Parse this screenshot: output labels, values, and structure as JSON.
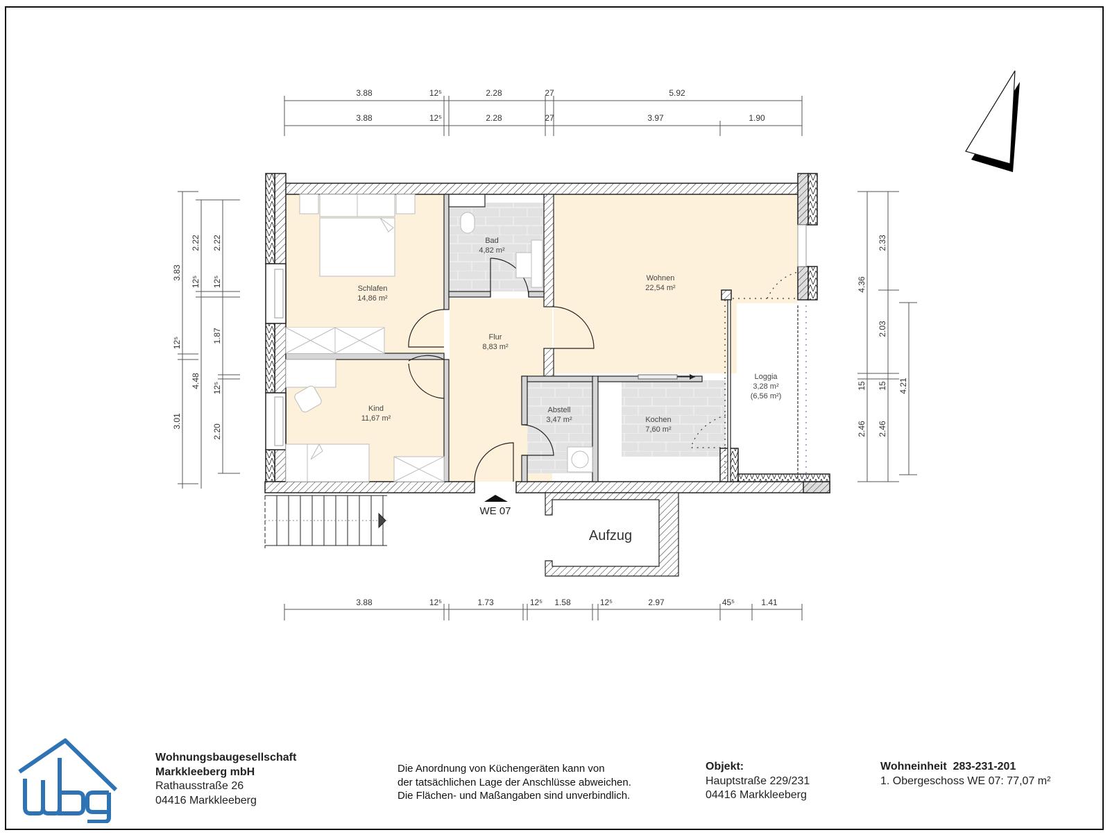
{
  "plan": {
    "unit_marker": "WE 07",
    "elevator_label": "Aufzug",
    "rooms": [
      {
        "name": "Schlafen",
        "area": "14,86 m²"
      },
      {
        "name": "Bad",
        "area": "4,82 m²"
      },
      {
        "name": "Wohnen",
        "area": "22,54 m²"
      },
      {
        "name": "Flur",
        "area": "8,83 m²"
      },
      {
        "name": "Kind",
        "area": "11,67 m²"
      },
      {
        "name": "Abstell",
        "area": "3,47 m²"
      },
      {
        "name": "Kochen",
        "area": "7,60 m²"
      },
      {
        "name": "Loggia",
        "area": "3,28 m²",
        "area_alt": "(6,56 m²)"
      }
    ],
    "dimensions": {
      "top_row1": [
        "3.88",
        "12⁵",
        "2.28",
        "27",
        "5.92"
      ],
      "top_row2": [
        "3.88",
        "12⁵",
        "2.28",
        "27",
        "3.97",
        "1.90"
      ],
      "bottom_row": [
        "3.88",
        "12⁵",
        "1.73",
        "12⁵",
        "1.58",
        "12⁵",
        "2.97",
        "45⁵",
        "1.41"
      ],
      "left_outer": [
        "3.83",
        "12⁵",
        "3.01"
      ],
      "left_mid": [
        "2.22",
        "12⁵",
        "4.48"
      ],
      "left_inner": [
        "2.22",
        "12⁵",
        "1.87",
        "12⁵",
        "2.20"
      ],
      "right_inner": [
        "4.36",
        "15",
        "2.46"
      ],
      "right_mid": [
        "2.33",
        "2.03",
        "15",
        "2.46"
      ],
      "right_outer": [
        "4.21"
      ]
    },
    "colors": {
      "living_floor": "#fdf1dc",
      "tile_floor": "#e2e2e2",
      "wall": "#222222",
      "dim_line": "#555555"
    }
  },
  "footer": {
    "company_line1": "Wohnungsbaugesellschaft",
    "company_line2": "Markkleeberg mbH",
    "company_street": "Rathausstraße 26",
    "company_city": "04416 Markkleeberg",
    "note_line1": "Die Anordnung von Küchengeräten kann von",
    "note_line2": "der tatsächlichen Lage der Anschlüsse abweichen.",
    "note_line3": "Die Flächen- und Maßangaben sind unverbindlich.",
    "object_label": "Objekt:",
    "object_street": "Hauptstraße 229/231",
    "object_city": "04416 Markkleeberg",
    "unit_label": "Wohneinheit",
    "unit_number": "283-231-201",
    "unit_desc": "1. Obergeschoss WE 07:  77,07 m²"
  },
  "logo": {
    "text": "Wbg",
    "color": "#2e74b5"
  }
}
